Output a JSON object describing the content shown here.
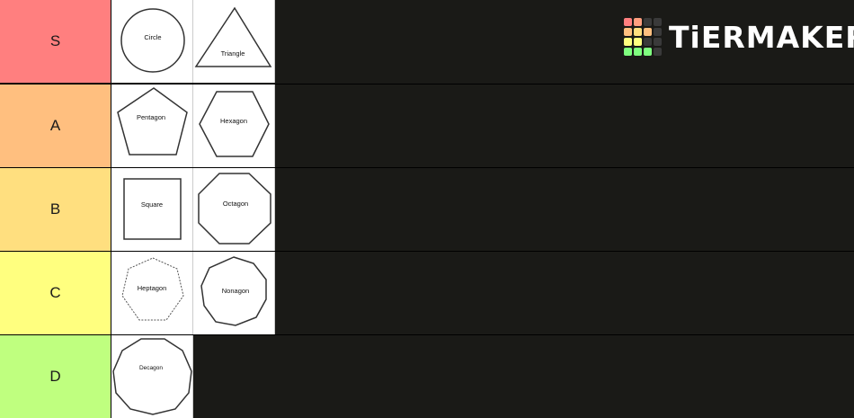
{
  "brand": {
    "name": "TiERMAKER"
  },
  "logo_colors": [
    "#ff7f7f",
    "#ff9f7f",
    "#3a3a3a",
    "#3a3a3a",
    "#ffbf7f",
    "#ffdf7f",
    "#ffbf7f",
    "#3a3a3a",
    "#ffff7f",
    "#ffff7f",
    "#3a3a3a",
    "#3a3a3a",
    "#7fff7f",
    "#7fff7f",
    "#7fff7f",
    "#3a3a3a"
  ],
  "tiers": [
    {
      "label": "S",
      "color": "#ff7f7f",
      "items": [
        {
          "name": "Circle",
          "shape": "circle-icon"
        },
        {
          "name": "Triangle",
          "shape": "triangle-icon"
        }
      ]
    },
    {
      "label": "A",
      "color": "#ffbf7f",
      "items": [
        {
          "name": "Pentagon",
          "shape": "pentagon-icon"
        },
        {
          "name": "Hexagon",
          "shape": "hexagon-icon"
        }
      ]
    },
    {
      "label": "B",
      "color": "#ffdf7f",
      "items": [
        {
          "name": "Square",
          "shape": "square-icon"
        },
        {
          "name": "Octagon",
          "shape": "octagon-icon"
        }
      ]
    },
    {
      "label": "C",
      "color": "#ffff7f",
      "items": [
        {
          "name": "Heptagon",
          "shape": "heptagon-icon"
        },
        {
          "name": "Nonagon",
          "shape": "nonagon-icon"
        }
      ]
    },
    {
      "label": "D",
      "color": "#bfff7f",
      "items": [
        {
          "name": "Decagon",
          "shape": "decagon-icon"
        }
      ]
    }
  ]
}
